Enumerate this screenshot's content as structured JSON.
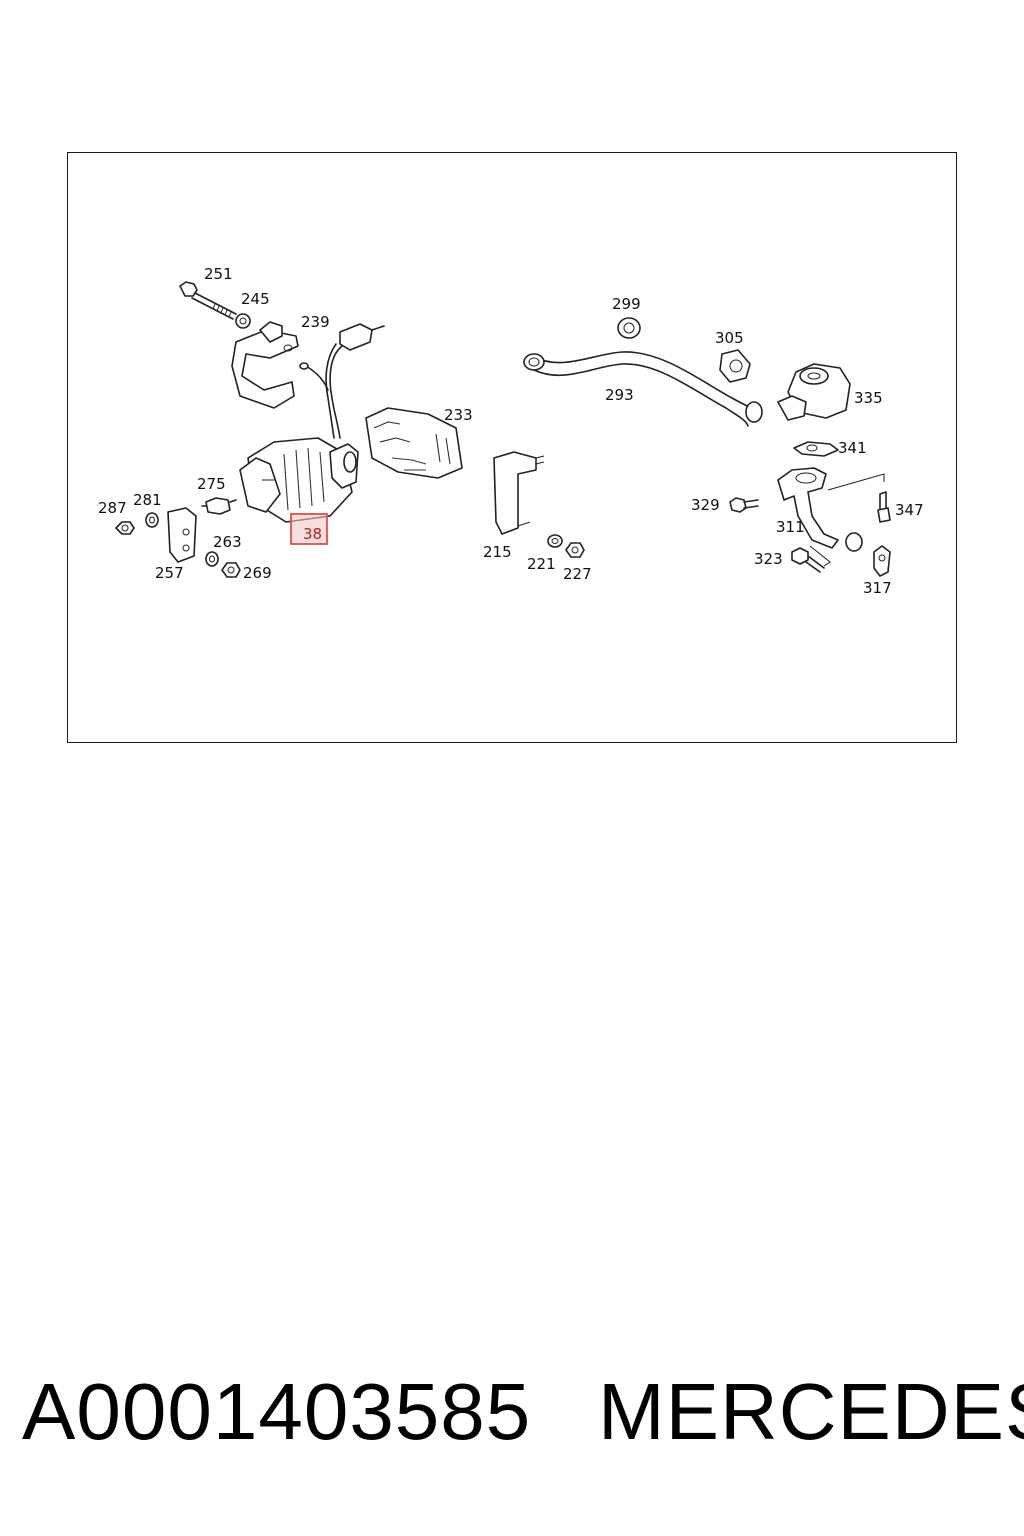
{
  "diagram": {
    "labels": {
      "l251": "251",
      "l245": "245",
      "l239": "239",
      "l233": "233",
      "l275": "275",
      "l287": "287",
      "l281": "281",
      "l263": "263",
      "l257": "257",
      "l269": "269",
      "l38": "38",
      "l215": "215",
      "l221": "221",
      "l227": "227",
      "l299": "299",
      "l293": "293",
      "l305": "305",
      "l335": "335",
      "l341": "341",
      "l329": "329",
      "l311": "311",
      "l347": "347",
      "l323": "323",
      "l317": "317"
    },
    "highlight_color": "#d9534f"
  },
  "caption": {
    "part_number": "A0001403585",
    "brand": "MERCEDES"
  }
}
